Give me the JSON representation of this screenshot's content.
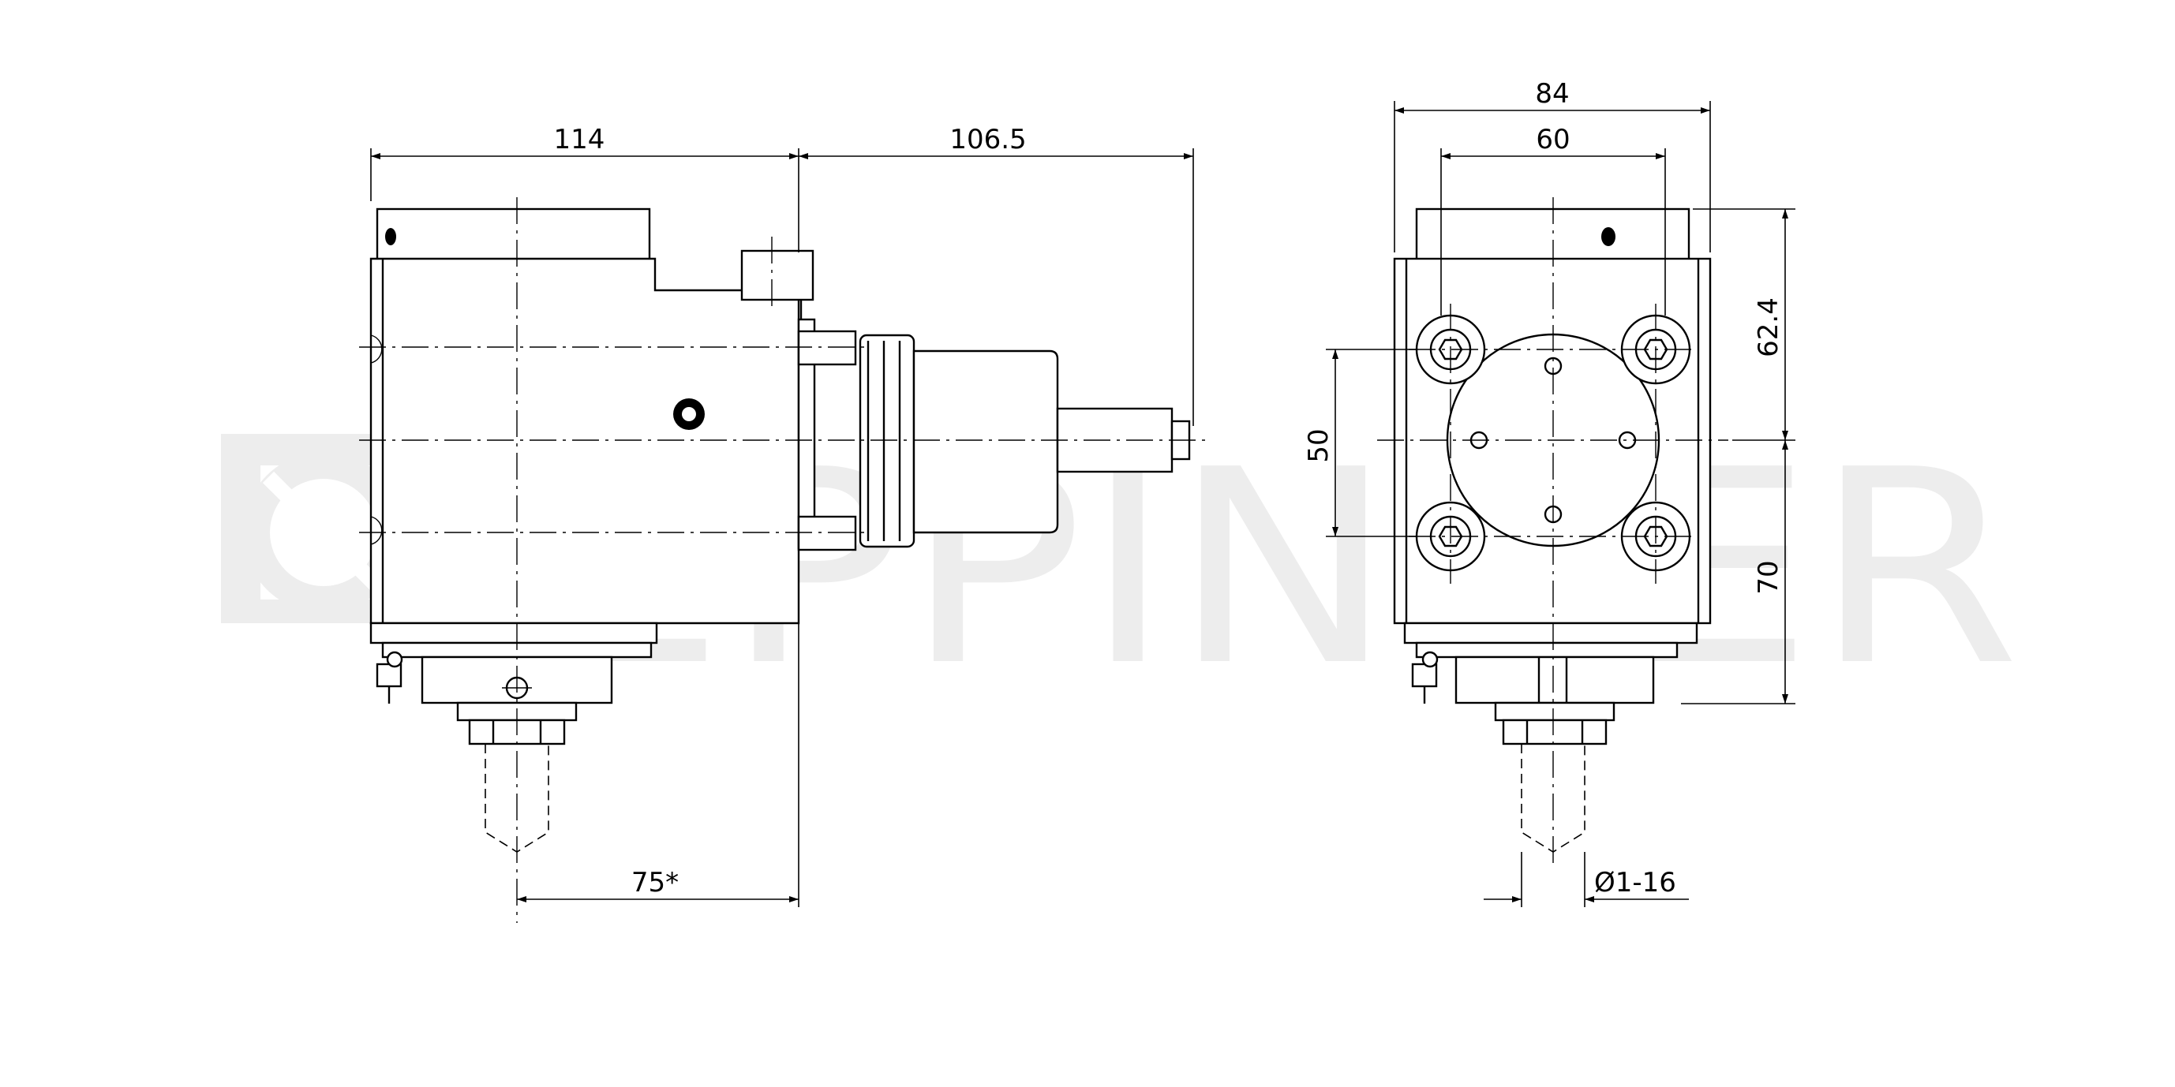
{
  "watermark": {
    "text": "EPPINGER"
  },
  "side_view": {
    "dim_overall_body": "114",
    "dim_spindle_length": "106.5",
    "dim_spindle_offset": "75*"
  },
  "front_view": {
    "dim_outer_width": "84",
    "dim_bolt_spacing": "60",
    "dim_vertical_bolt_spacing": "50",
    "dim_top_height": "62.4",
    "dim_bottom_height": "70",
    "dim_collet_range": "Ø1-16"
  }
}
